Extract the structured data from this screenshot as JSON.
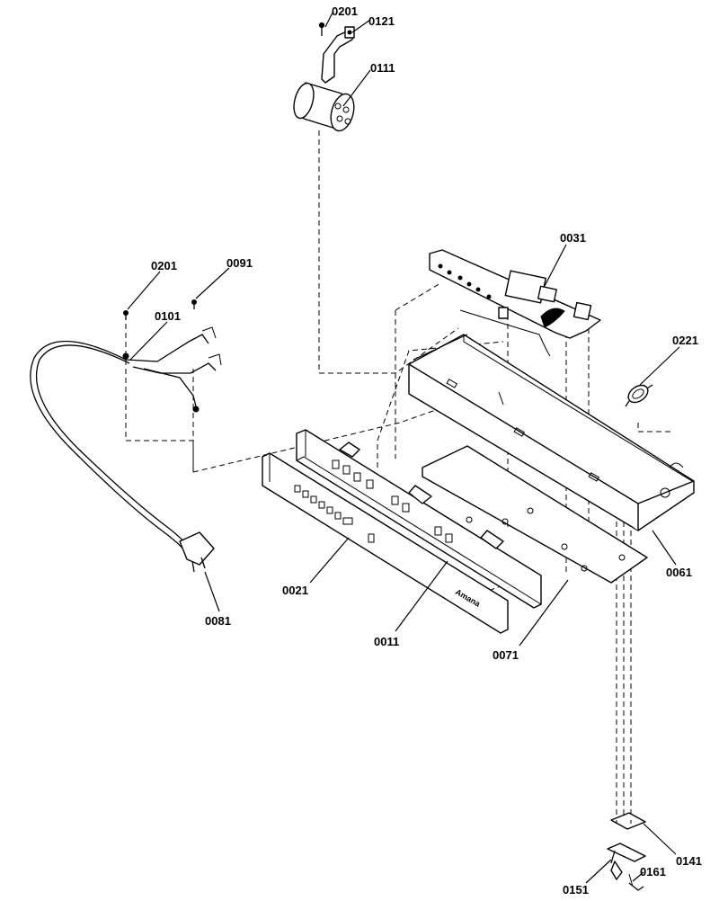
{
  "labels": {
    "p0201_top": "0201",
    "p0121": "0121",
    "p0111": "0111",
    "p0031": "0031",
    "p0201_left": "0201",
    "p0091": "0091",
    "p0101": "0101",
    "p0221": "0221",
    "p0021": "0021",
    "p0081": "0081",
    "p0011": "0011",
    "p0071": "0071",
    "p0061": "0061",
    "p0141": "0141",
    "p0151": "0151",
    "p0161": "0161"
  },
  "brand_text": "Amana"
}
